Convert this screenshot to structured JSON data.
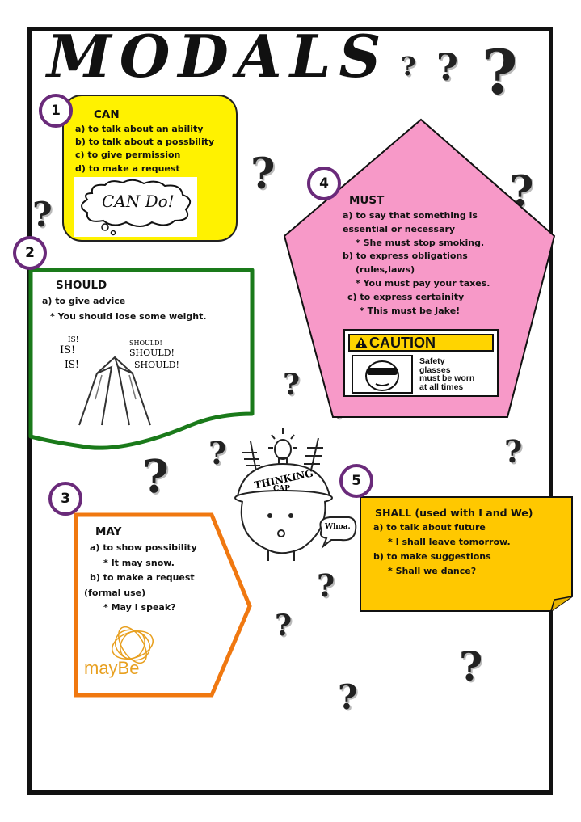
{
  "title": "MODALS",
  "badges": [
    "1",
    "2",
    "3",
    "4",
    "5"
  ],
  "sections": {
    "can": {
      "heading": "CAN",
      "lines": [
        "a) to talk about an ability",
        "b) to talk about a possbility",
        "c) to give permission",
        "d) to make a request"
      ],
      "image_text": "CAN Do!"
    },
    "should": {
      "heading": "SHOULD",
      "lines": [
        "a) to give advice",
        "* You should lose some weight."
      ],
      "image_text": [
        "IS!",
        "IS!",
        "IS!",
        "SHOULD!",
        "SHOULD!",
        "SHOULD!"
      ]
    },
    "must": {
      "heading": "MUST",
      "lines": [
        "a)  to  say  that  something  is",
        "essential or necessary",
        "* She must stop smoking.",
        "b) to express obligations",
        "(rules,laws)",
        "* You must pay your taxes.",
        "c) to express certainity",
        "* This must be Jake!"
      ],
      "caution": {
        "label": "CAUTION",
        "text": [
          "Safety",
          "glasses",
          "must be worn",
          "at all times"
        ]
      }
    },
    "may": {
      "heading": "MAY",
      "lines": [
        "a) to show possibility",
        "* It may snow.",
        "b) to make a request",
        "(formal use)",
        "* May I speak?"
      ],
      "logo_text": "mayBe"
    },
    "shall": {
      "heading": "SHALL (used with I and We)",
      "lines": [
        "a) to talk about future",
        "* I shall leave tomorrow.",
        "b) to make suggestions",
        "* Shall we dance?"
      ]
    }
  },
  "thinking_cap": {
    "cap_text": [
      "THINKING",
      "CAP"
    ],
    "speech": "Whoa."
  },
  "colors": {
    "can": "#fff200",
    "must": "#f799c8",
    "shall": "#ffc800",
    "should_border": "#1a7a1a",
    "may_border": "#f07810",
    "badge_ring": "#6a2a7a",
    "may_logo": "#e8a020"
  },
  "question_mark": "?"
}
